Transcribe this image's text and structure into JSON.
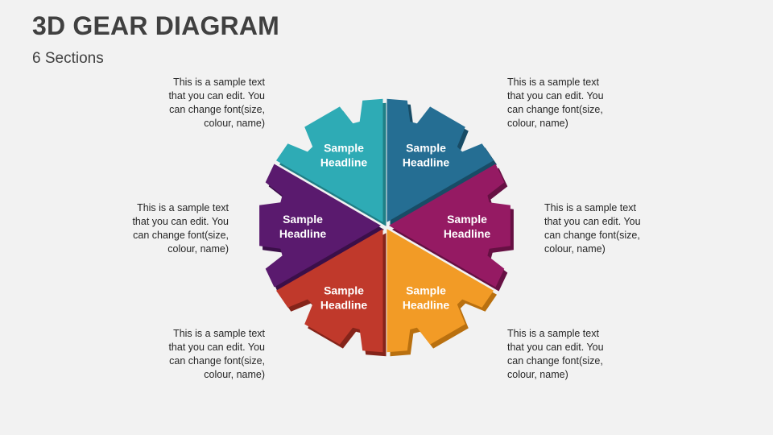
{
  "title": "3D GEAR DIAGRAM",
  "subtitle": "6 Sections",
  "segments": [
    {
      "headline_line1": "Sample",
      "headline_line2": "Headline",
      "color": "#2eabb5",
      "side": "#1f7f86"
    },
    {
      "headline_line1": "Sample",
      "headline_line2": "Headline",
      "color": "#256e93",
      "side": "#184c66"
    },
    {
      "headline_line1": "Sample",
      "headline_line2": "Headline",
      "color": "#951a63",
      "side": "#661043"
    },
    {
      "headline_line1": "Sample",
      "headline_line2": "Headline",
      "color": "#f29b26",
      "side": "#b9700f"
    },
    {
      "headline_line1": "Sample",
      "headline_line2": "Headline",
      "color": "#c0392b",
      "side": "#85241a"
    },
    {
      "headline_line1": "Sample",
      "headline_line2": "Headline",
      "color": "#5a1a6e",
      "side": "#3b0f49"
    }
  ],
  "descriptions": {
    "top_left": "This is a sample text\nthat you can edit. You\ncan change font(size,\ncolour, name)",
    "top_right": "This is a sample text\nthat you can edit. You\ncan change font(size,\ncolour, name)",
    "mid_left": "This is a sample text\nthat you can edit. You\ncan change font(size,\ncolour, name)",
    "mid_right": "This is a sample text\nthat you can edit. You\ncan change font(size,\ncolour, name)",
    "bottom_left": "This is a sample text\nthat you can edit. You\ncan change font(size,\ncolour, name)",
    "bottom_right": "This is a sample text\nthat you can edit. You\ncan change font(size,\ncolour, name)"
  }
}
